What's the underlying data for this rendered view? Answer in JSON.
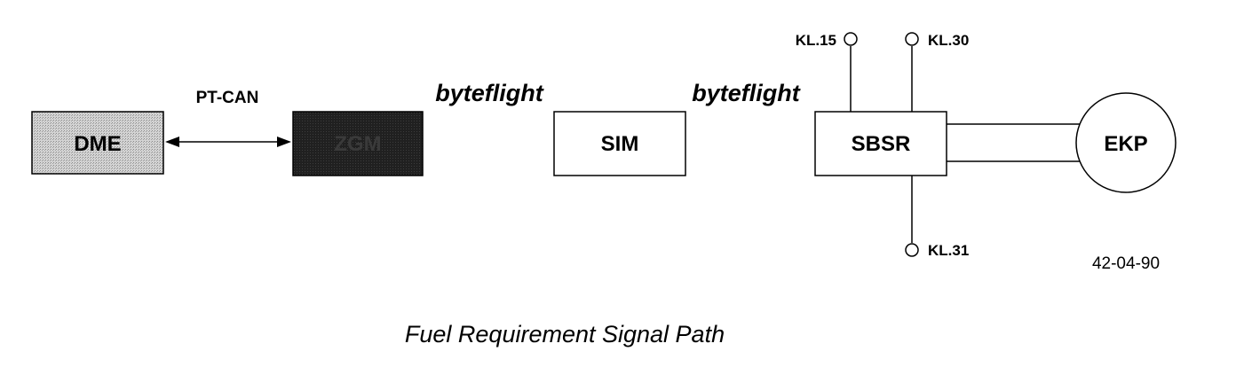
{
  "diagram": {
    "modules": {
      "dme": "DME",
      "zgm": "ZGM",
      "sim": "SIM",
      "sbsr": "SBSR",
      "ekp": "EKP"
    },
    "bus_labels": {
      "pt_can": "PT-CAN",
      "byteflight_1": "byteflight",
      "byteflight_2": "byteflight"
    },
    "terminals": {
      "kl15": "KL.15",
      "kl30": "KL.30",
      "kl31": "KL.31"
    },
    "figure_number": "42-04-90",
    "caption": "Fuel Requirement Signal Path",
    "colors": {
      "dme_fill": "#c8c8c8",
      "zgm_fill": "#262626",
      "zgm_text": "#3a3a3a",
      "line": "#000000"
    }
  }
}
